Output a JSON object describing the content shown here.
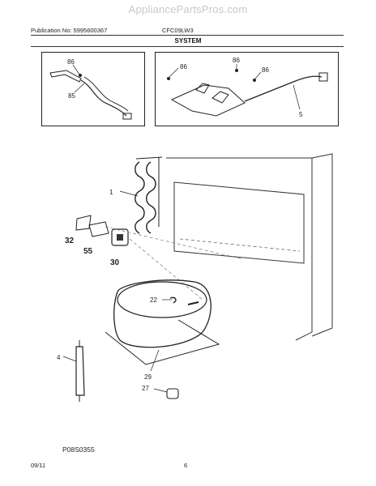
{
  "header": {
    "watermark": "AppliancePartsPros.com",
    "publication": "Publication No: 5995600367",
    "model": "CFC09LW3",
    "section_title": "SYSTEM"
  },
  "callouts": {
    "left_box_86": "86",
    "left_box_85": "85",
    "right_box_86_a": "86",
    "right_box_86_b": "86",
    "right_box_86_c": "86",
    "right_box_5": "5",
    "main_1": "1",
    "main_32": "32",
    "main_55": "55",
    "main_30": "30",
    "main_22": "22",
    "main_4": "4",
    "main_29": "29",
    "main_27": "27"
  },
  "footer": {
    "diagram_code": "P08S0355",
    "date": "09/11",
    "page_number": "6"
  }
}
